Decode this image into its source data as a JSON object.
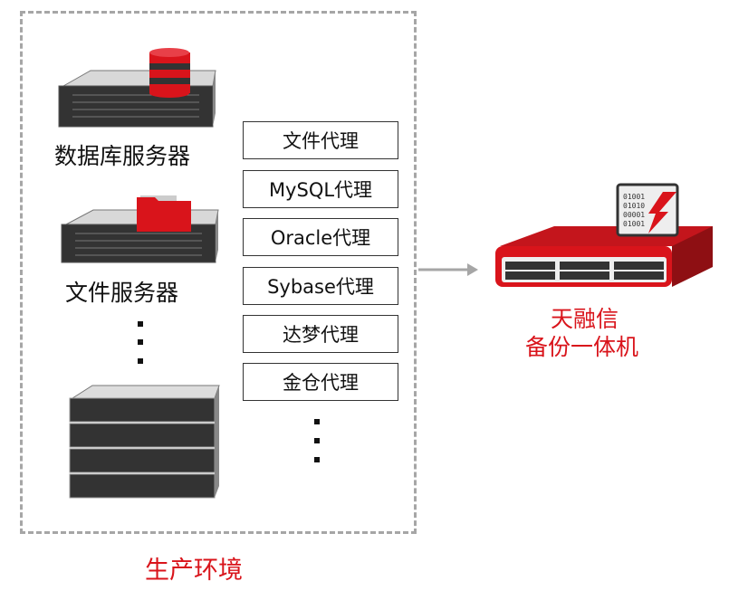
{
  "production_zone": {
    "label": "生产环境"
  },
  "servers": [
    {
      "label": "数据库服务器",
      "icon": "database-icon"
    },
    {
      "label": "文件服务器",
      "icon": "folder-icon"
    }
  ],
  "proxies": [
    "文件代理",
    "MySQL代理",
    "Oracle代理",
    "Sybase代理",
    "达梦代理",
    "金仓代理"
  ],
  "appliance": {
    "line1": "天融信",
    "line2": "备份一体机",
    "binary": [
      "01001",
      "01010",
      "00001",
      "01001"
    ]
  },
  "colors": {
    "accent": "#d9141b",
    "border": "#a6a6a6",
    "arrow": "#a6a6a6"
  }
}
